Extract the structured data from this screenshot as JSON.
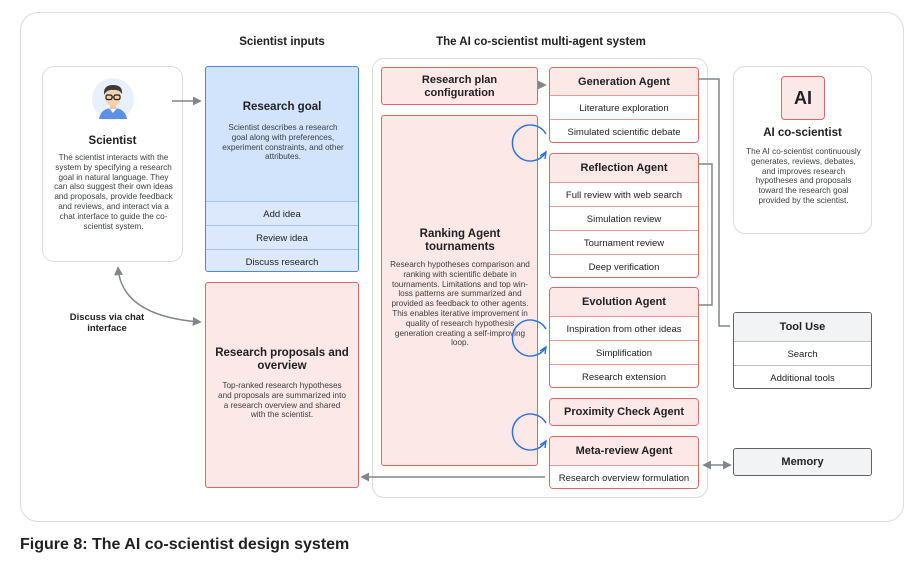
{
  "colors": {
    "blue_fill": "#d2e3fc",
    "blue_border": "#4a86e8",
    "pink_fill": "#fce8e6",
    "red_border": "#e06666",
    "gray_border": "#5f6368",
    "loop_blue": "#2c6fe3"
  },
  "icons": {
    "scientist": "scientist-avatar-icon",
    "ai": "ai-logo-icon",
    "loop": "cycle-loop-icon"
  },
  "headers": {
    "scientist_inputs": "Scientist inputs",
    "system": "The AI co-scientist multi-agent system"
  },
  "scientist": {
    "title": "Scientist",
    "description": "The scientist interacts with the system by specifying a research goal in natural language. They can also suggest their own ideas and proposals, provide feedback and reviews, and interact via a chat interface to guide the co-scientist system."
  },
  "discuss_label": "Discuss via chat interface",
  "research_goal": {
    "title": "Research goal",
    "description": "Scientist describes a research goal along with preferences, experiment constraints, and other attributes.",
    "actions": [
      "Add idea",
      "Review idea",
      "Discuss research"
    ]
  },
  "proposals": {
    "title": "Research proposals and overview",
    "description": "Top-ranked research hypotheses and proposals are summarized into a research overview and shared with the scientist."
  },
  "plan_config": {
    "title": "Research plan configuration"
  },
  "ranking": {
    "title": "Ranking Agent tournaments",
    "description": "Research hypotheses comparison and ranking with scientific debate in tournaments. Limitations and top win-loss patterns are summarized and provided as feedback to other agents. This enables iterative improvement in quality of research hypothesis generation creating a self-improving loop."
  },
  "agents": {
    "generation": {
      "title": "Generation Agent",
      "items": [
        "Literature exploration",
        "Simulated scientific debate"
      ]
    },
    "reflection": {
      "title": "Reflection Agent",
      "items": [
        "Full review with web search",
        "Simulation review",
        "Tournament review",
        "Deep verification"
      ]
    },
    "evolution": {
      "title": "Evolution Agent",
      "items": [
        "Inspiration from other ideas",
        "Simplification",
        "Research extension"
      ]
    },
    "proximity": {
      "title": "Proximity Check Agent"
    },
    "meta_review": {
      "title": "Meta-review Agent",
      "items": [
        "Research overview formulation"
      ]
    }
  },
  "ai_coscientist": {
    "logo": "AI",
    "title": "AI co-scientist",
    "description": "The AI co-scientist continuously generates, reviews, debates, and improves research hypotheses and proposals toward the research goal provided by the scientist."
  },
  "tool_use": {
    "title": "Tool Use",
    "items": [
      "Search",
      "Additional tools"
    ]
  },
  "memory": {
    "title": "Memory"
  },
  "caption": "Figure 8: The AI co-scientist design system"
}
